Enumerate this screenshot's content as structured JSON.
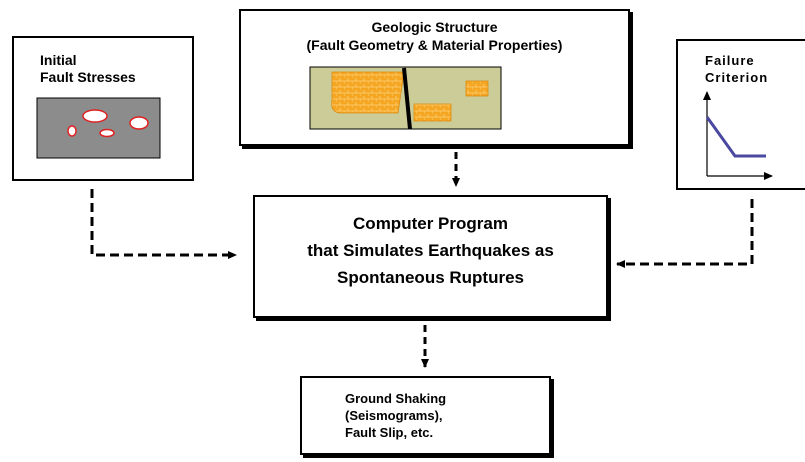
{
  "boxes": {
    "initial_stresses": {
      "title": "Initial\nFault Stresses"
    },
    "geologic_structure": {
      "title": "Geologic Structure\n(Fault Geometry & Material Properties)"
    },
    "failure_criterion": {
      "title": "Failure\nCriterion"
    },
    "computer_program": {
      "title": "Computer Program\nthat Simulates Earthquakes as\nSpontaneous Ruptures"
    },
    "ground_shaking": {
      "title": "Ground Shaking\n(Seismograms),\nFault Slip, etc."
    }
  },
  "colors": {
    "stress_panel": "#8c8c8c",
    "stress_ellipse_stroke": "#e02020",
    "geology_panel": "#cccc99",
    "rock_fill": "#f5a623",
    "fault_line": "#000000",
    "criterion_curve": "#4a48a0",
    "arrow": "#000000"
  }
}
